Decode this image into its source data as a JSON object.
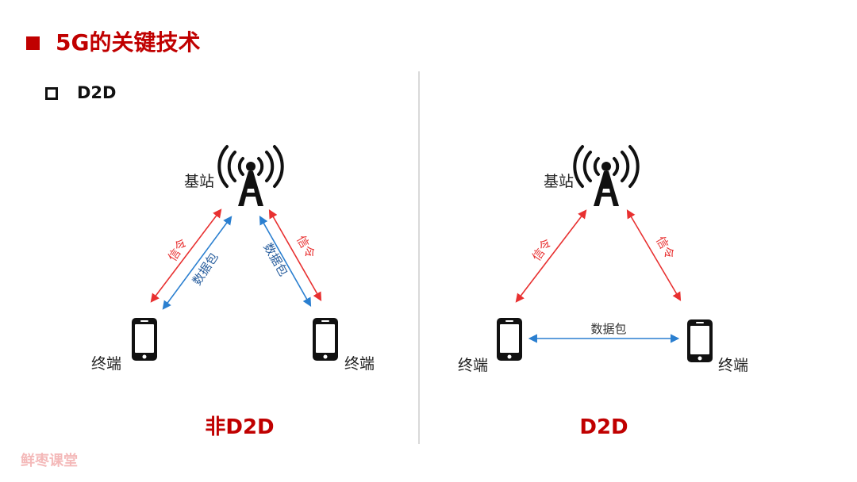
{
  "header": {
    "title": "5G的关键技术"
  },
  "section": {
    "subtitle": "D2D"
  },
  "left_panel": {
    "base_station_label": "基站",
    "terminal_left_label": "终端",
    "terminal_right_label": "终端",
    "signal_left_label": "信令",
    "data_left_label": "数据包",
    "data_right_label": "数据包",
    "signal_right_label": "信令",
    "caption": "非D2D"
  },
  "right_panel": {
    "base_station_label": "基站",
    "terminal_left_label": "终端",
    "terminal_right_label": "终端",
    "signal_left_label": "信令",
    "signal_right_label": "信令",
    "data_label": "数据包",
    "caption": "D2D"
  },
  "watermark": "鲜枣课堂",
  "colors": {
    "accent": "#c00000",
    "signal": "#e83030",
    "data": "#2a7fd0",
    "device": "#111111",
    "divider": "#d9d9d9"
  },
  "icons": [
    "base-station-icon",
    "phone-icon"
  ]
}
